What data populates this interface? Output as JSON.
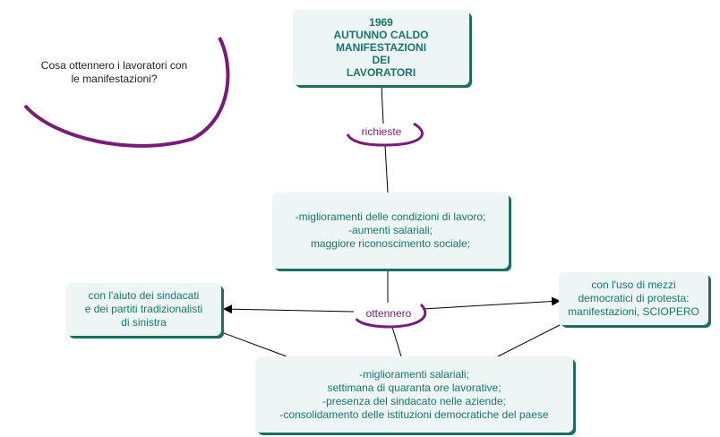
{
  "map": {
    "question": "Cosa ottennero i lavoratori con\nle manifestazioni?",
    "title": "1969\nAUTUNNO CALDO\nMANIFESTAZIONI\nDEI\nLAVORATORI",
    "link_requests": "richieste",
    "requests": "-miglioramenti delle condizioni di lavoro;\n-aumenti salariali;\nmaggiore riconoscimento sociale;",
    "link_obtained": "ottennero",
    "left_box": "con l'aiuto dei sindacati\ne dei partiti tradizionalisti\ndi sinistra",
    "right_box": "con l'uso di mezzi\ndemocratici di protesta:\nmanifestazioni, SCIOPERO",
    "results": "-miglioramenti salariali;\nsettimana di quaranta ore lavorative;\n-presenza del sindacato nelle aziende;\n-consolidamento delle istituzioni democratiche del paese"
  },
  "colors": {
    "box_fill": "#eef6f5",
    "box_shadow": "#1d6d61",
    "box_text": "#17756a",
    "oval_accent": "#7a1a7a"
  }
}
